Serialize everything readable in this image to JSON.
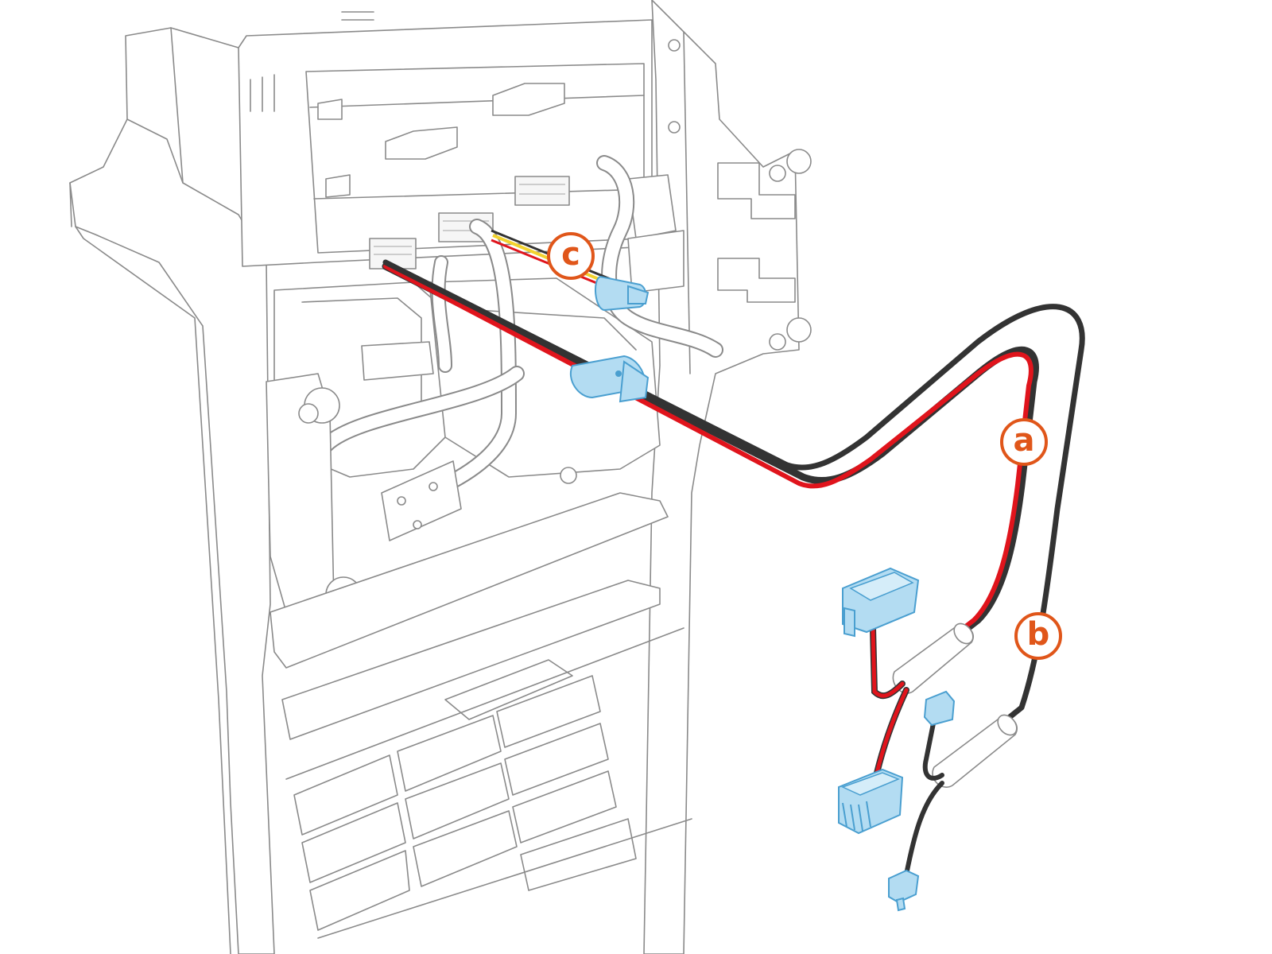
{
  "callouts": [
    {
      "id": "a",
      "label": "a"
    },
    {
      "id": "b",
      "label": "b"
    },
    {
      "id": "c",
      "label": "c"
    }
  ],
  "colors": {
    "callout": "#e0561a",
    "cable_red": "#e0141c",
    "cable_black": "#333333",
    "cable_yellow": "#f2d22e",
    "connector_fill": "#b3dcf2",
    "connector_stroke": "#4a9fd0",
    "line_art": "#8a8a8a"
  }
}
